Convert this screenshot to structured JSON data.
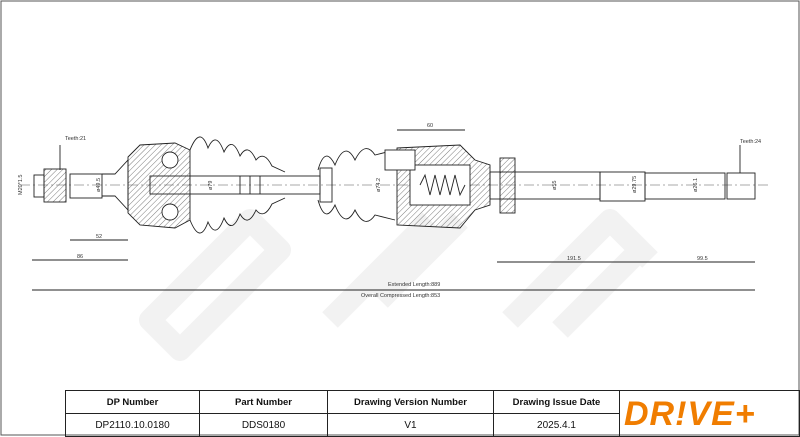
{
  "drawing": {
    "left_teeth": "Teeth:21",
    "thread": "M20*1.5",
    "dia_left_shaft": "ø49.5",
    "dia_outer_joint": "ø79",
    "dim_52": "52",
    "dim_86": "86",
    "dim_60": "60",
    "dia_inner_joint": "ø74.2",
    "dia_bearing": "ø55",
    "dia_shaft_mid": "ø29.75",
    "dia_shaft_end": "ø26.1",
    "right_teeth": "Teeth:24",
    "dim_191_5": "191.5",
    "dim_99_5": "99.5",
    "extended_length": "Extended  Length:889",
    "compressed_length": "Overall  Compressed  Length:853"
  },
  "table": {
    "headers": [
      "DP Number",
      "Part Number",
      "Drawing Version Number",
      "Drawing Issue Date"
    ],
    "values": [
      "DP2110.10.0180",
      "DDS0180",
      "V1",
      "2025.4.1"
    ]
  },
  "logo": {
    "text": "DR!VE+",
    "color": "#f07d00"
  },
  "colors": {
    "line": "#222222",
    "watermark": "#f2f2f2",
    "accent": "#f07d00"
  }
}
